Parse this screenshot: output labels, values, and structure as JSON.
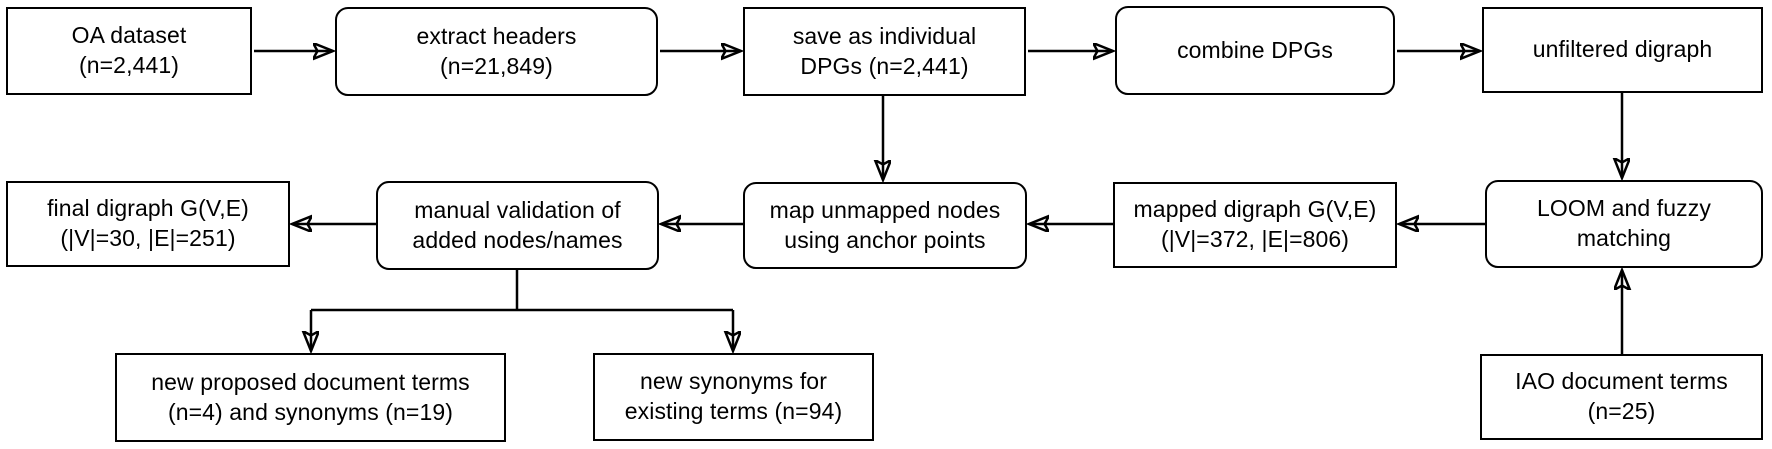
{
  "diagram": {
    "title": "document processing pipeline flowchart",
    "background_color": "#ffffff",
    "stroke_color": "#000000",
    "text_color": "#000000",
    "nodes": [
      {
        "id": "oa-dataset",
        "shape": "rect",
        "label": "OA dataset\n(n=2,441)"
      },
      {
        "id": "extract-headers",
        "shape": "rounded",
        "label": "extract headers\n(n=21,849)"
      },
      {
        "id": "save-as-dpgs",
        "shape": "rect",
        "label": "save as individual\nDPGs (n=2,441)"
      },
      {
        "id": "combine-dpgs",
        "shape": "rounded",
        "label": "combine DPGs"
      },
      {
        "id": "unfiltered-digraph",
        "shape": "rect",
        "label": "unfiltered digraph"
      },
      {
        "id": "final-digraph",
        "shape": "rect",
        "label": "final digraph G(V,E)\n(|V|=30, |E|=251)"
      },
      {
        "id": "manual-validation",
        "shape": "rounded",
        "label": "manual validation of\nadded nodes/names"
      },
      {
        "id": "map-unmapped-nodes",
        "shape": "rounded",
        "label": "map unmapped nodes\nusing anchor points"
      },
      {
        "id": "mapped-digraph",
        "shape": "rect",
        "label": "mapped digraph G(V,E)\n(|V|=372, |E|=806)"
      },
      {
        "id": "loom-fuzzy-matching",
        "shape": "rounded",
        "label": "LOOM and fuzzy\nmatching"
      },
      {
        "id": "new-proposed-terms",
        "shape": "rect",
        "label": "new proposed document terms\n(n=4) and synonyms (n=19)"
      },
      {
        "id": "new-synonyms",
        "shape": "rect",
        "label": "new synonyms for\nexisting terms (n=94)"
      },
      {
        "id": "iao-document-terms",
        "shape": "rect",
        "label": "IAO document terms\n(n=25)"
      }
    ],
    "edges": [
      {
        "from": "oa-dataset",
        "to": "extract-headers"
      },
      {
        "from": "extract-headers",
        "to": "save-as-dpgs"
      },
      {
        "from": "save-as-dpgs",
        "to": "combine-dpgs"
      },
      {
        "from": "combine-dpgs",
        "to": "unfiltered-digraph"
      },
      {
        "from": "save-as-dpgs",
        "to": "map-unmapped-nodes"
      },
      {
        "from": "unfiltered-digraph",
        "to": "loom-fuzzy-matching"
      },
      {
        "from": "loom-fuzzy-matching",
        "to": "mapped-digraph"
      },
      {
        "from": "mapped-digraph",
        "to": "map-unmapped-nodes"
      },
      {
        "from": "map-unmapped-nodes",
        "to": "manual-validation"
      },
      {
        "from": "manual-validation",
        "to": "final-digraph"
      },
      {
        "from": "manual-validation",
        "to": "new-proposed-terms"
      },
      {
        "from": "manual-validation",
        "to": "new-synonyms"
      },
      {
        "from": "iao-document-terms",
        "to": "loom-fuzzy-matching"
      }
    ]
  }
}
